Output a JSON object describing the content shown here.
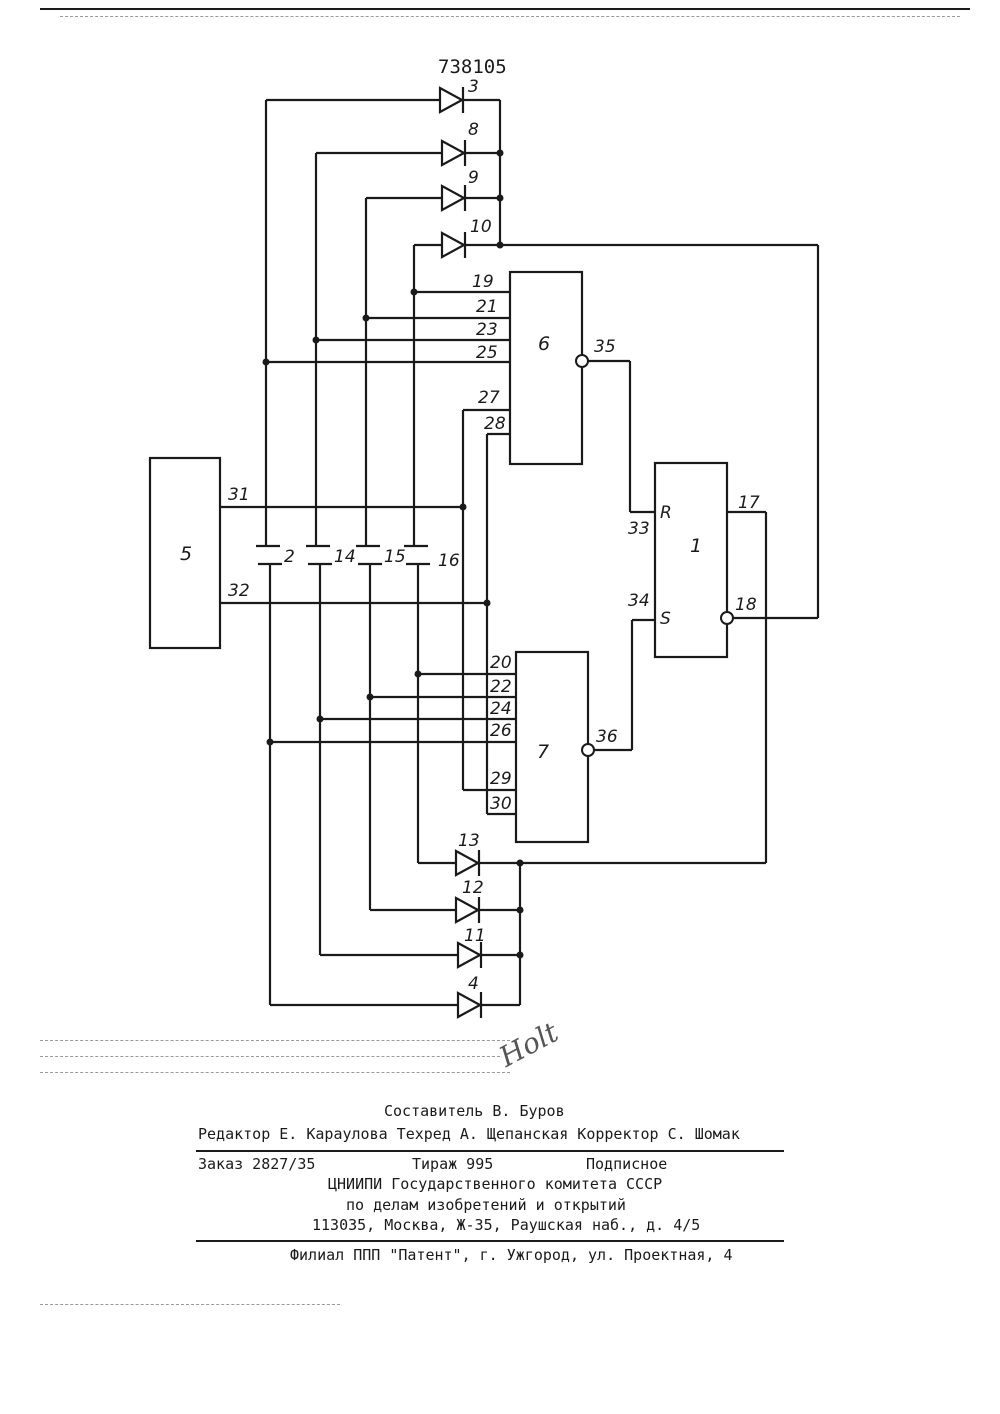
{
  "patent_number": "738105",
  "blocks": {
    "b5": "5",
    "b6": "6",
    "b7": "7",
    "b1": "1"
  },
  "diodes": {
    "d3": "3",
    "d8": "8",
    "d9": "9",
    "d10": "10",
    "d13": "13",
    "d12": "12",
    "d11": "11",
    "d4": "4"
  },
  "capacitors": {
    "c2": "2",
    "c14": "14",
    "c15": "15",
    "c16": "16"
  },
  "pins": {
    "p19": "19",
    "p21": "21",
    "p23": "23",
    "p25": "25",
    "p27": "27",
    "p28": "28",
    "p35": "35",
    "p31": "31",
    "p32": "32",
    "p33": "33",
    "p34": "34",
    "pR": "R",
    "pS": "S",
    "p17": "17",
    "p18": "18",
    "p20": "20",
    "p22": "22",
    "p24": "24",
    "p26": "26",
    "p29": "29",
    "p30": "30",
    "p36": "36"
  },
  "signature": "Hоlt",
  "imprint": {
    "compiler": "Составитель В. Буров",
    "editors": "Редактор Е. Караулова Техред А. Щепанская Корректор С. Шомак",
    "order": "Заказ 2827/35",
    "print_run": "Тираж 995",
    "subscription": "Подписное",
    "org_line1": "ЦНИИПИ Государственного комитета СССР",
    "org_line2": "по делам изобретений и открытий",
    "address": "113035, Москва, Ж-35, Раушская наб., д. 4/5",
    "branch": "Филиал ППП \"Патент\", г. Ужгород, ул. Проектная, 4"
  }
}
